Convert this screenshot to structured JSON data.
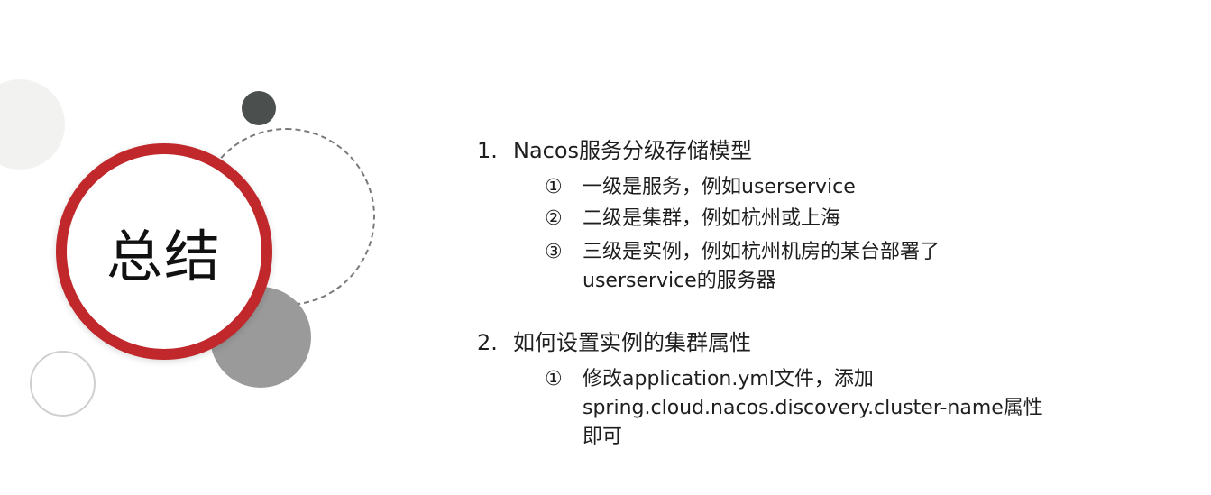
{
  "summary": {
    "title": "总结"
  },
  "sections": [
    {
      "number": "1.",
      "heading": "Nacos服务分级存储模型",
      "items": [
        {
          "mark": "①",
          "text": "一级是服务，例如userservice"
        },
        {
          "mark": "②",
          "text": "二级是集群，例如杭州或上海"
        },
        {
          "mark": "③",
          "text_line1": "三级是实例，例如杭州机房的某台部署了",
          "text_line2": "userservice的服务器"
        }
      ]
    },
    {
      "number": "2.",
      "heading": "如何设置实例的集群属性",
      "items": [
        {
          "mark": "①",
          "text_line1": "修改application.yml文件，添加",
          "text_line2": "spring.cloud.nacos.discovery.cluster-name属性",
          "text_line3": "即可"
        }
      ]
    }
  ],
  "colors": {
    "accent_red": "#c0282c",
    "dark_dot": "#4b4f4e",
    "gray_disc": "#9a9a9a"
  }
}
